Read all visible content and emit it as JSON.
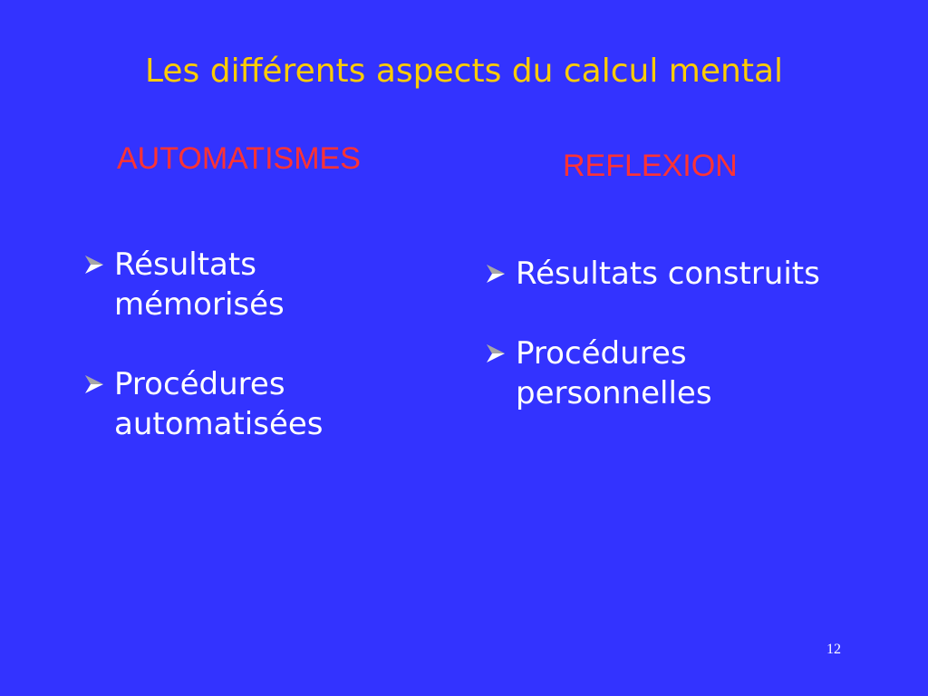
{
  "slide": {
    "title": "Les différents aspects du calcul mental",
    "page_number": "12"
  },
  "columns": [
    {
      "heading": "AUTOMATISMES",
      "items": [
        {
          "text": "Résultats mémorisés"
        },
        {
          "text": "Procédures automatisées"
        }
      ]
    },
    {
      "heading": "REFLEXION",
      "items": [
        {
          "text": "Résultats construits"
        },
        {
          "text": "Procédures personnelles"
        }
      ]
    }
  ],
  "colors": {
    "background": "#3333FF",
    "title": "#FFCC00",
    "heading": "#FF3333",
    "body_text": "#FFFFFF"
  },
  "icons": {
    "bullet": "arrow-bullet-icon"
  }
}
